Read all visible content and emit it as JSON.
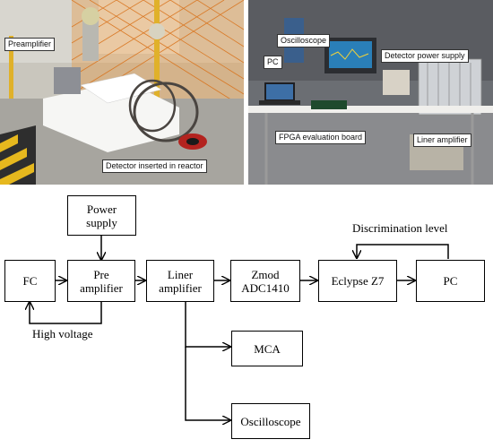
{
  "photos": {
    "left": {
      "callouts": {
        "preamplifier": "Preamplifier",
        "detector": "Detector inserted in reactor"
      }
    },
    "right": {
      "callouts": {
        "oscilloscope": "Oscilloscope",
        "pc": "PC",
        "detector_power_supply": "Detector  power supply",
        "fpga_board": "FPGA evaluation board",
        "liner_amplifier": "Liner amplifier"
      }
    }
  },
  "diagram": {
    "nodes": {
      "power_supply": "Power\nsupply",
      "fc": "FC",
      "pre_amplifier": "Pre\namplifier",
      "liner_amplifier": "Liner\namplifier",
      "zmod": "Zmod\nADC1410",
      "eclypse": "Eclypse Z7",
      "pc": "PC",
      "mca": "MCA",
      "oscilloscope": "Oscilloscope"
    },
    "labels": {
      "high_voltage": "High voltage",
      "discrimination_level": "Discrimination level"
    }
  },
  "colors": {
    "photo_background": "#6b6e73",
    "orange_fence": "#e8902e",
    "caution_tape": "#e6b81e"
  }
}
